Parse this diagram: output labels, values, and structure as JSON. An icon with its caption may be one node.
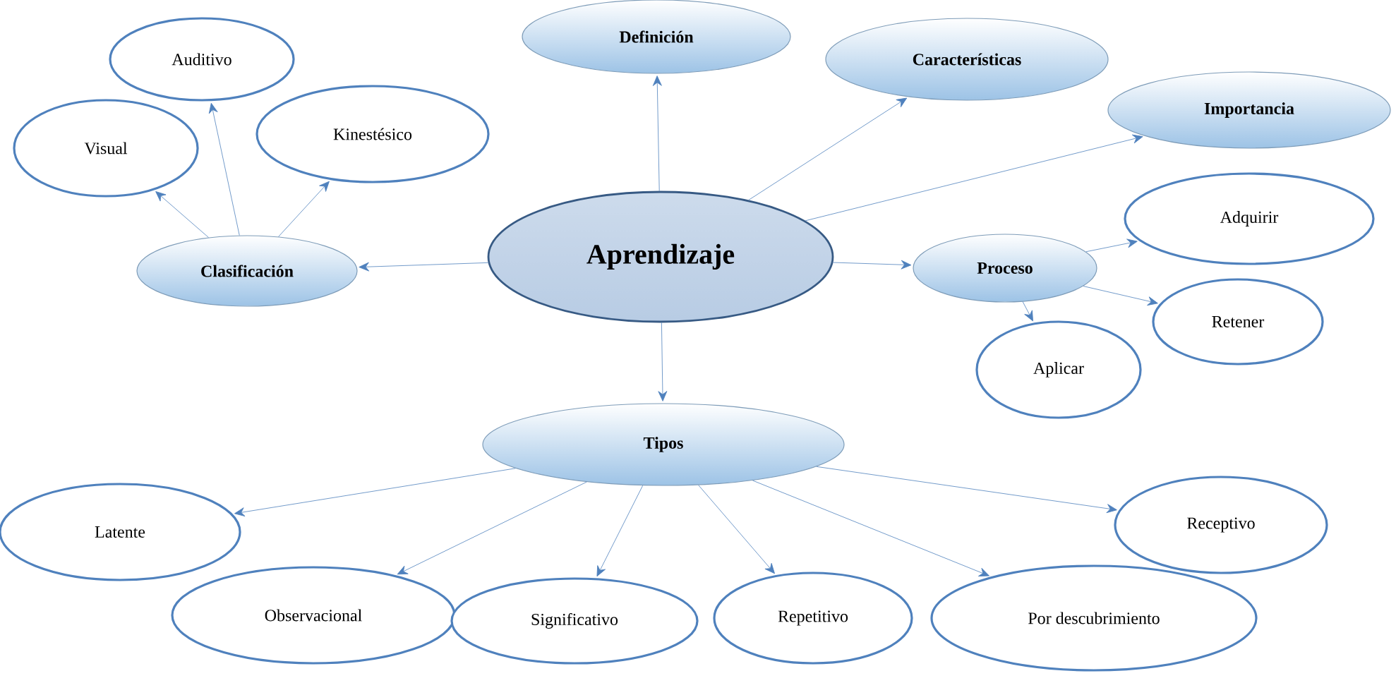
{
  "diagram": {
    "nodes": [
      {
        "text": [
          "Aprendizaje"
        ]
      },
      {
        "text": [
          "Definición"
        ]
      },
      {
        "text": [
          "Características"
        ]
      },
      {
        "text": [
          "Importancia"
        ]
      },
      {
        "text": [
          "Clasificación"
        ]
      },
      {
        "text": [
          "Auditivo"
        ]
      },
      {
        "text": [
          "Visual"
        ]
      },
      {
        "text": [
          "Kinestésico"
        ]
      },
      {
        "text": [
          "Proceso"
        ]
      },
      {
        "text": [
          "Adquirir"
        ]
      },
      {
        "text": [
          "Retener"
        ]
      },
      {
        "text": [
          "Aplicar"
        ]
      },
      {
        "text": [
          "Tipos"
        ]
      },
      {
        "text": [
          "Latente"
        ]
      },
      {
        "text": [
          "Receptivo"
        ]
      },
      {
        "text": [
          "Observacional"
        ]
      },
      {
        "text": [
          "Significativo"
        ]
      },
      {
        "text": [
          "Repetitivo"
        ]
      },
      {
        "text": [
          "Por descubrimiento"
        ]
      }
    ],
    "edges": [
      {
        "from": 0,
        "to": 1,
        "arrow": "to"
      },
      {
        "from": 0,
        "to": 2,
        "arrow": "to"
      },
      {
        "from": 0,
        "to": 3,
        "arrow": "to"
      },
      {
        "from": 0,
        "to": 4,
        "arrow": "to"
      },
      {
        "from": 0,
        "to": 8,
        "arrow": "to"
      },
      {
        "from": 0,
        "to": 12,
        "arrow": "to"
      },
      {
        "from": 4,
        "to": 5,
        "arrow": "to"
      },
      {
        "from": 4,
        "to": 6,
        "arrow": "to"
      },
      {
        "from": 4,
        "to": 7,
        "arrow": "to"
      },
      {
        "from": 8,
        "to": 9,
        "arrow": "to"
      },
      {
        "from": 8,
        "to": 10,
        "arrow": "to"
      },
      {
        "from": 8,
        "to": 11,
        "arrow": "to"
      },
      {
        "from": 12,
        "to": 13,
        "arrow": "to"
      },
      {
        "from": 12,
        "to": 14,
        "arrow": "to"
      },
      {
        "from": 12,
        "to": 15,
        "arrow": "to"
      },
      {
        "from": 12,
        "to": 16,
        "arrow": "to"
      },
      {
        "from": 12,
        "to": 17,
        "arrow": "to"
      },
      {
        "from": 12,
        "to": 18,
        "arrow": "to"
      }
    ]
  }
}
